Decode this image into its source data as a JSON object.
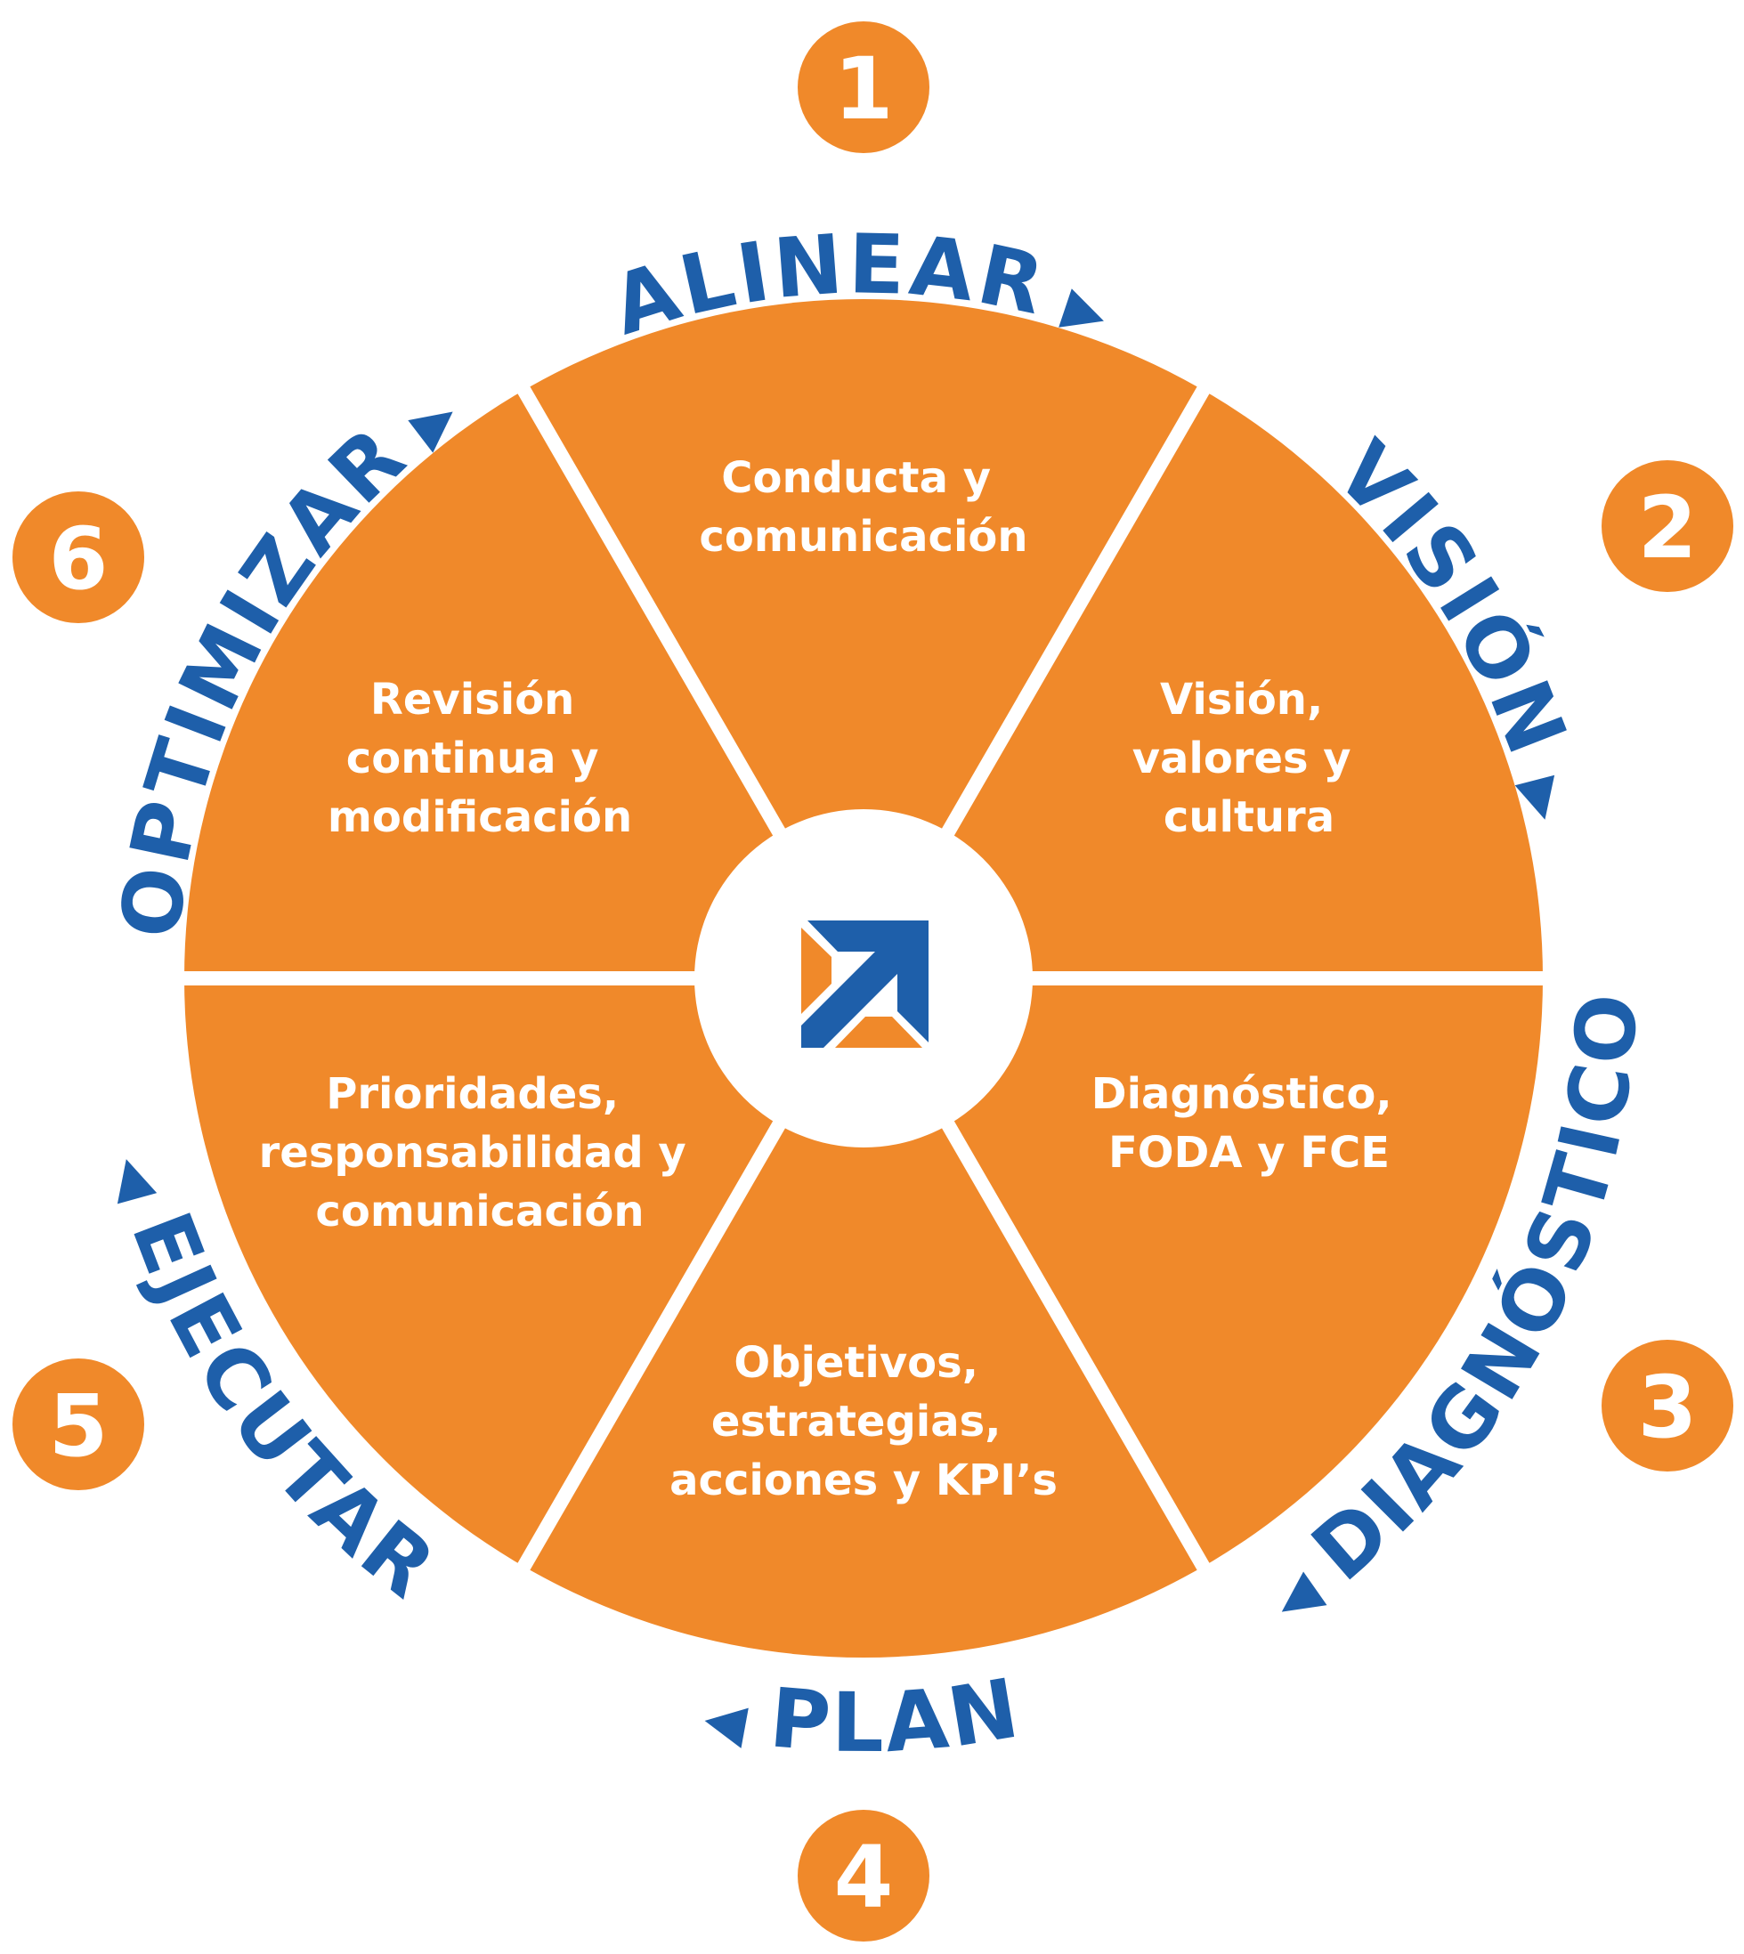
{
  "colors": {
    "orange": "#F0892A",
    "blue": "#1E5FAA",
    "white": "#FFFFFF"
  },
  "steps": [
    {
      "number": "1",
      "stage": "ALINEAR",
      "lines": [
        "Conducta y",
        "comunicación"
      ]
    },
    {
      "number": "2",
      "stage": "VISIÓN",
      "lines": [
        "Visión,",
        "valores y",
        "cultura"
      ]
    },
    {
      "number": "3",
      "stage": "DIAGNÓSTICO",
      "lines": [
        "Diagnóstico,",
        "FODA y FCE"
      ]
    },
    {
      "number": "4",
      "stage": "PLAN",
      "lines": [
        "Objetivos,",
        "estrategias,",
        "acciones y KPI’s"
      ]
    },
    {
      "number": "5",
      "stage": "EJECUTAR",
      "lines": [
        "Prioridades,",
        "responsabilidad y",
        "comunicación"
      ]
    },
    {
      "number": "6",
      "stage": "OPTIMIZAR",
      "lines": [
        "Revisión",
        "continua y",
        "modificación"
      ]
    }
  ],
  "icons": {
    "center_logo": "arrow-square-logo",
    "direction": "triangle-arrow-icon"
  }
}
